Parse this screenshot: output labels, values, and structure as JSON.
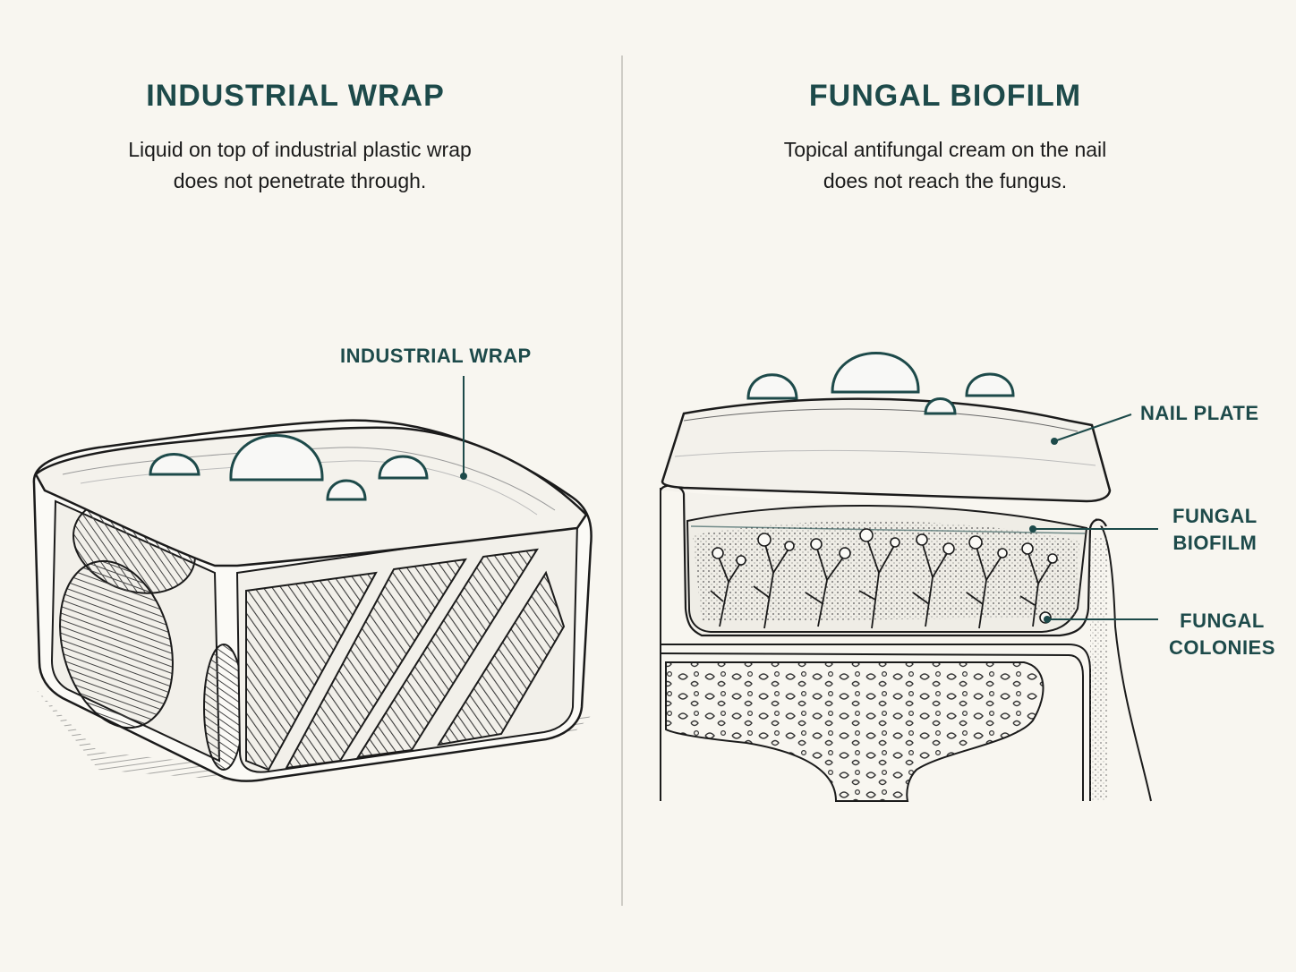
{
  "left": {
    "title": "INDUSTRIAL WRAP",
    "description": [
      "Liquid on top of industrial plastic wrap",
      "does not penetrate through."
    ],
    "callout": "INDUSTRIAL WRAP"
  },
  "right": {
    "title": "FUNGAL BIOFILM",
    "description": [
      "Topical antifungal cream on the nail",
      "does not reach the fungus."
    ],
    "callouts": {
      "nail_plate": "NAIL PLATE",
      "fungal_biofilm": [
        "FUNGAL",
        "BIOFILM"
      ],
      "fungal_colonies": [
        "FUNGAL",
        "COLONIES"
      ]
    }
  },
  "colors": {
    "accent": "#1d4a4a",
    "ink": "#1b1b1b",
    "background": "#f8f6f0"
  }
}
